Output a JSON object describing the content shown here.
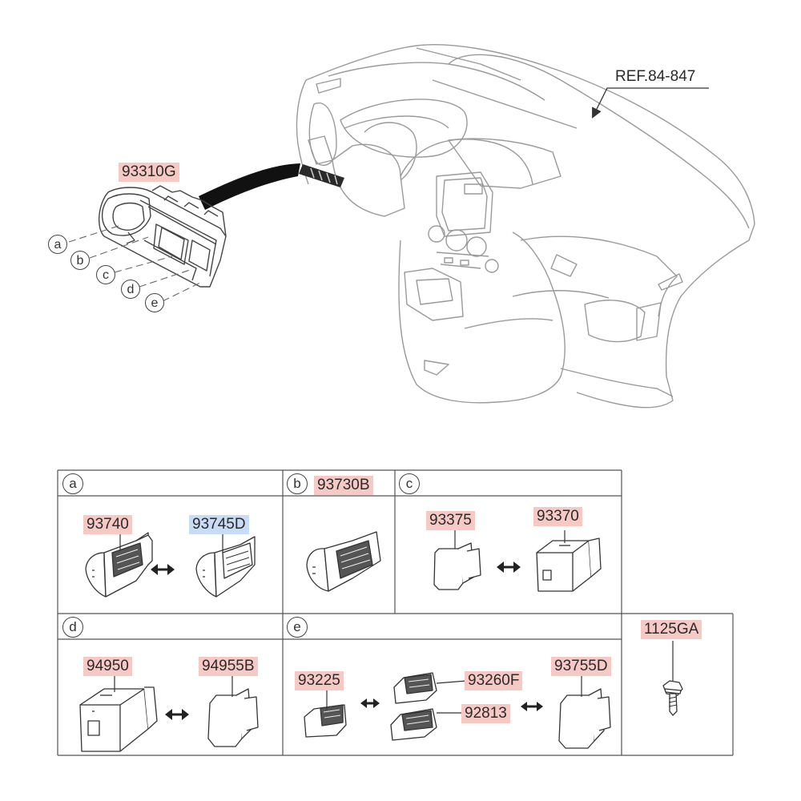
{
  "reference": "REF.84-847",
  "assembly_part": "93310G",
  "callout_letters": [
    "a",
    "b",
    "c",
    "d",
    "e"
  ],
  "cells": {
    "a": {
      "letter": "a",
      "parts": [
        "93740",
        "93745D"
      ]
    },
    "b": {
      "letter": "b",
      "parts": [
        "93730B"
      ]
    },
    "c": {
      "letter": "c",
      "parts": [
        "93375",
        "93370"
      ]
    },
    "d": {
      "letter": "d",
      "parts": [
        "94950",
        "94955B"
      ]
    },
    "e": {
      "letter": "e",
      "parts": [
        "93225",
        "93260F",
        "92813",
        "93755D"
      ]
    },
    "f": {
      "parts": [
        "1125GA"
      ]
    }
  },
  "colors": {
    "highlight_pink": "#f7c9c5",
    "highlight_blue": "#c8dcf5",
    "line": "#444444"
  }
}
